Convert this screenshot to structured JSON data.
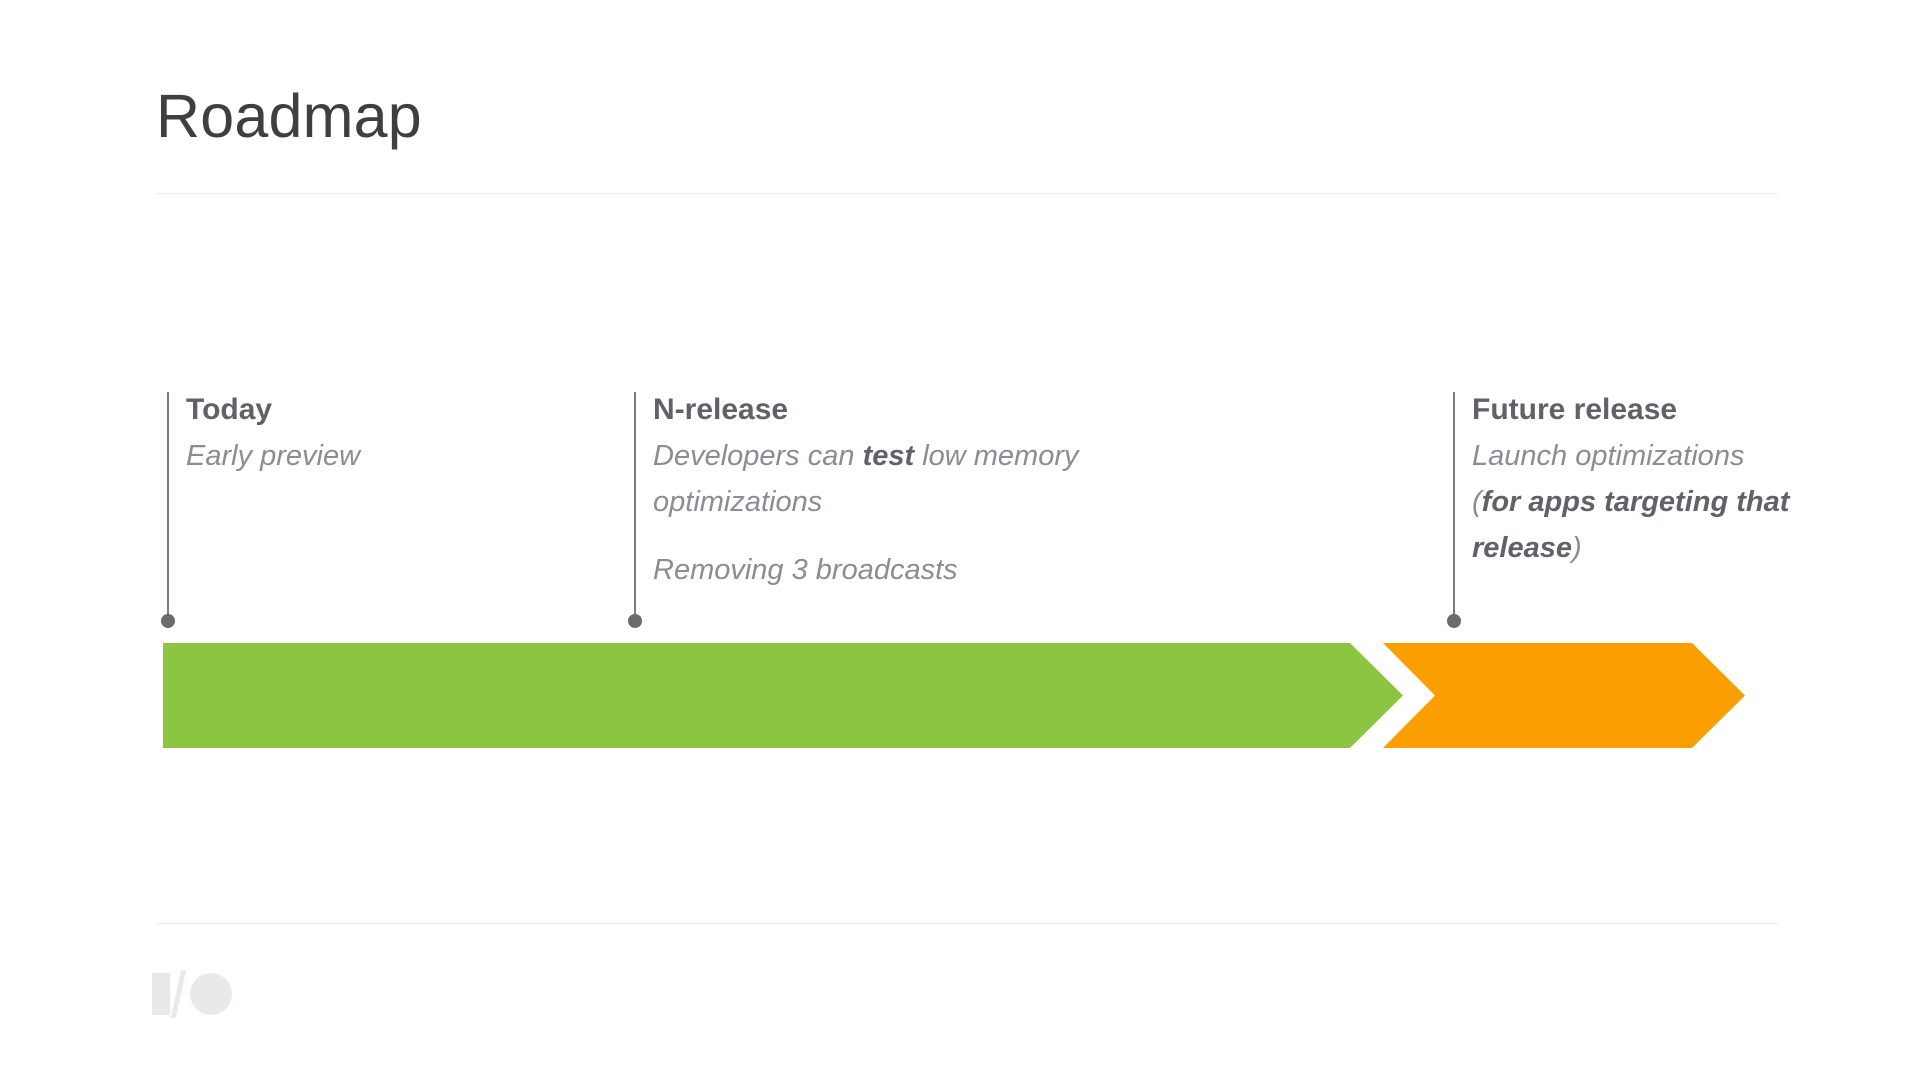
{
  "slide": {
    "title": "Roadmap",
    "brand_logo": "google-io-logo",
    "colors": {
      "background": "#ffffff",
      "title_text": "#3c4043",
      "heading_text": "#5f6368",
      "body_text": "#8a8d91",
      "rule": "#eceded",
      "stem": "#7b7b7b",
      "dot": "#6b6b6b",
      "phase_current": "#8cc542",
      "phase_future": "#fb9e00",
      "logo": "#e8e9ea"
    }
  },
  "milestones": [
    {
      "key": "today",
      "heading": "Today",
      "lines": [
        {
          "text": "Early preview",
          "emphasis": "none"
        }
      ]
    },
    {
      "key": "n-release",
      "heading": "N-release",
      "lines": [
        {
          "text": "Developers can test low memory optimizations",
          "emphasis": "bold-word",
          "bold_word": "test"
        },
        {
          "text": "Removing 3 broadcasts",
          "emphasis": "none"
        }
      ]
    },
    {
      "key": "future-release",
      "heading": "Future release",
      "lines": [
        {
          "text": "Launch optimizations",
          "emphasis": "none"
        },
        {
          "text": "(for apps targeting that release)",
          "emphasis": "bold-inner"
        }
      ]
    }
  ],
  "phases": [
    {
      "key": "current",
      "label": "green-phase",
      "color": "#8cc542"
    },
    {
      "key": "future",
      "label": "orange-phase",
      "color": "#fb9e00"
    }
  ],
  "text": {
    "today_heading": "Today",
    "today_line1": "Early preview",
    "nrel_heading": "N-release",
    "nrel_line1_a": "Developers can ",
    "nrel_line1_b": "test",
    "nrel_line1_c": " low memory optimizations",
    "nrel_line2": "Removing 3 broadcasts",
    "future_heading": "Future release",
    "future_line1": "Launch optimizations",
    "future_line2_a": "(",
    "future_line2_b": "for apps targeting that release",
    "future_line2_c": ")"
  }
}
